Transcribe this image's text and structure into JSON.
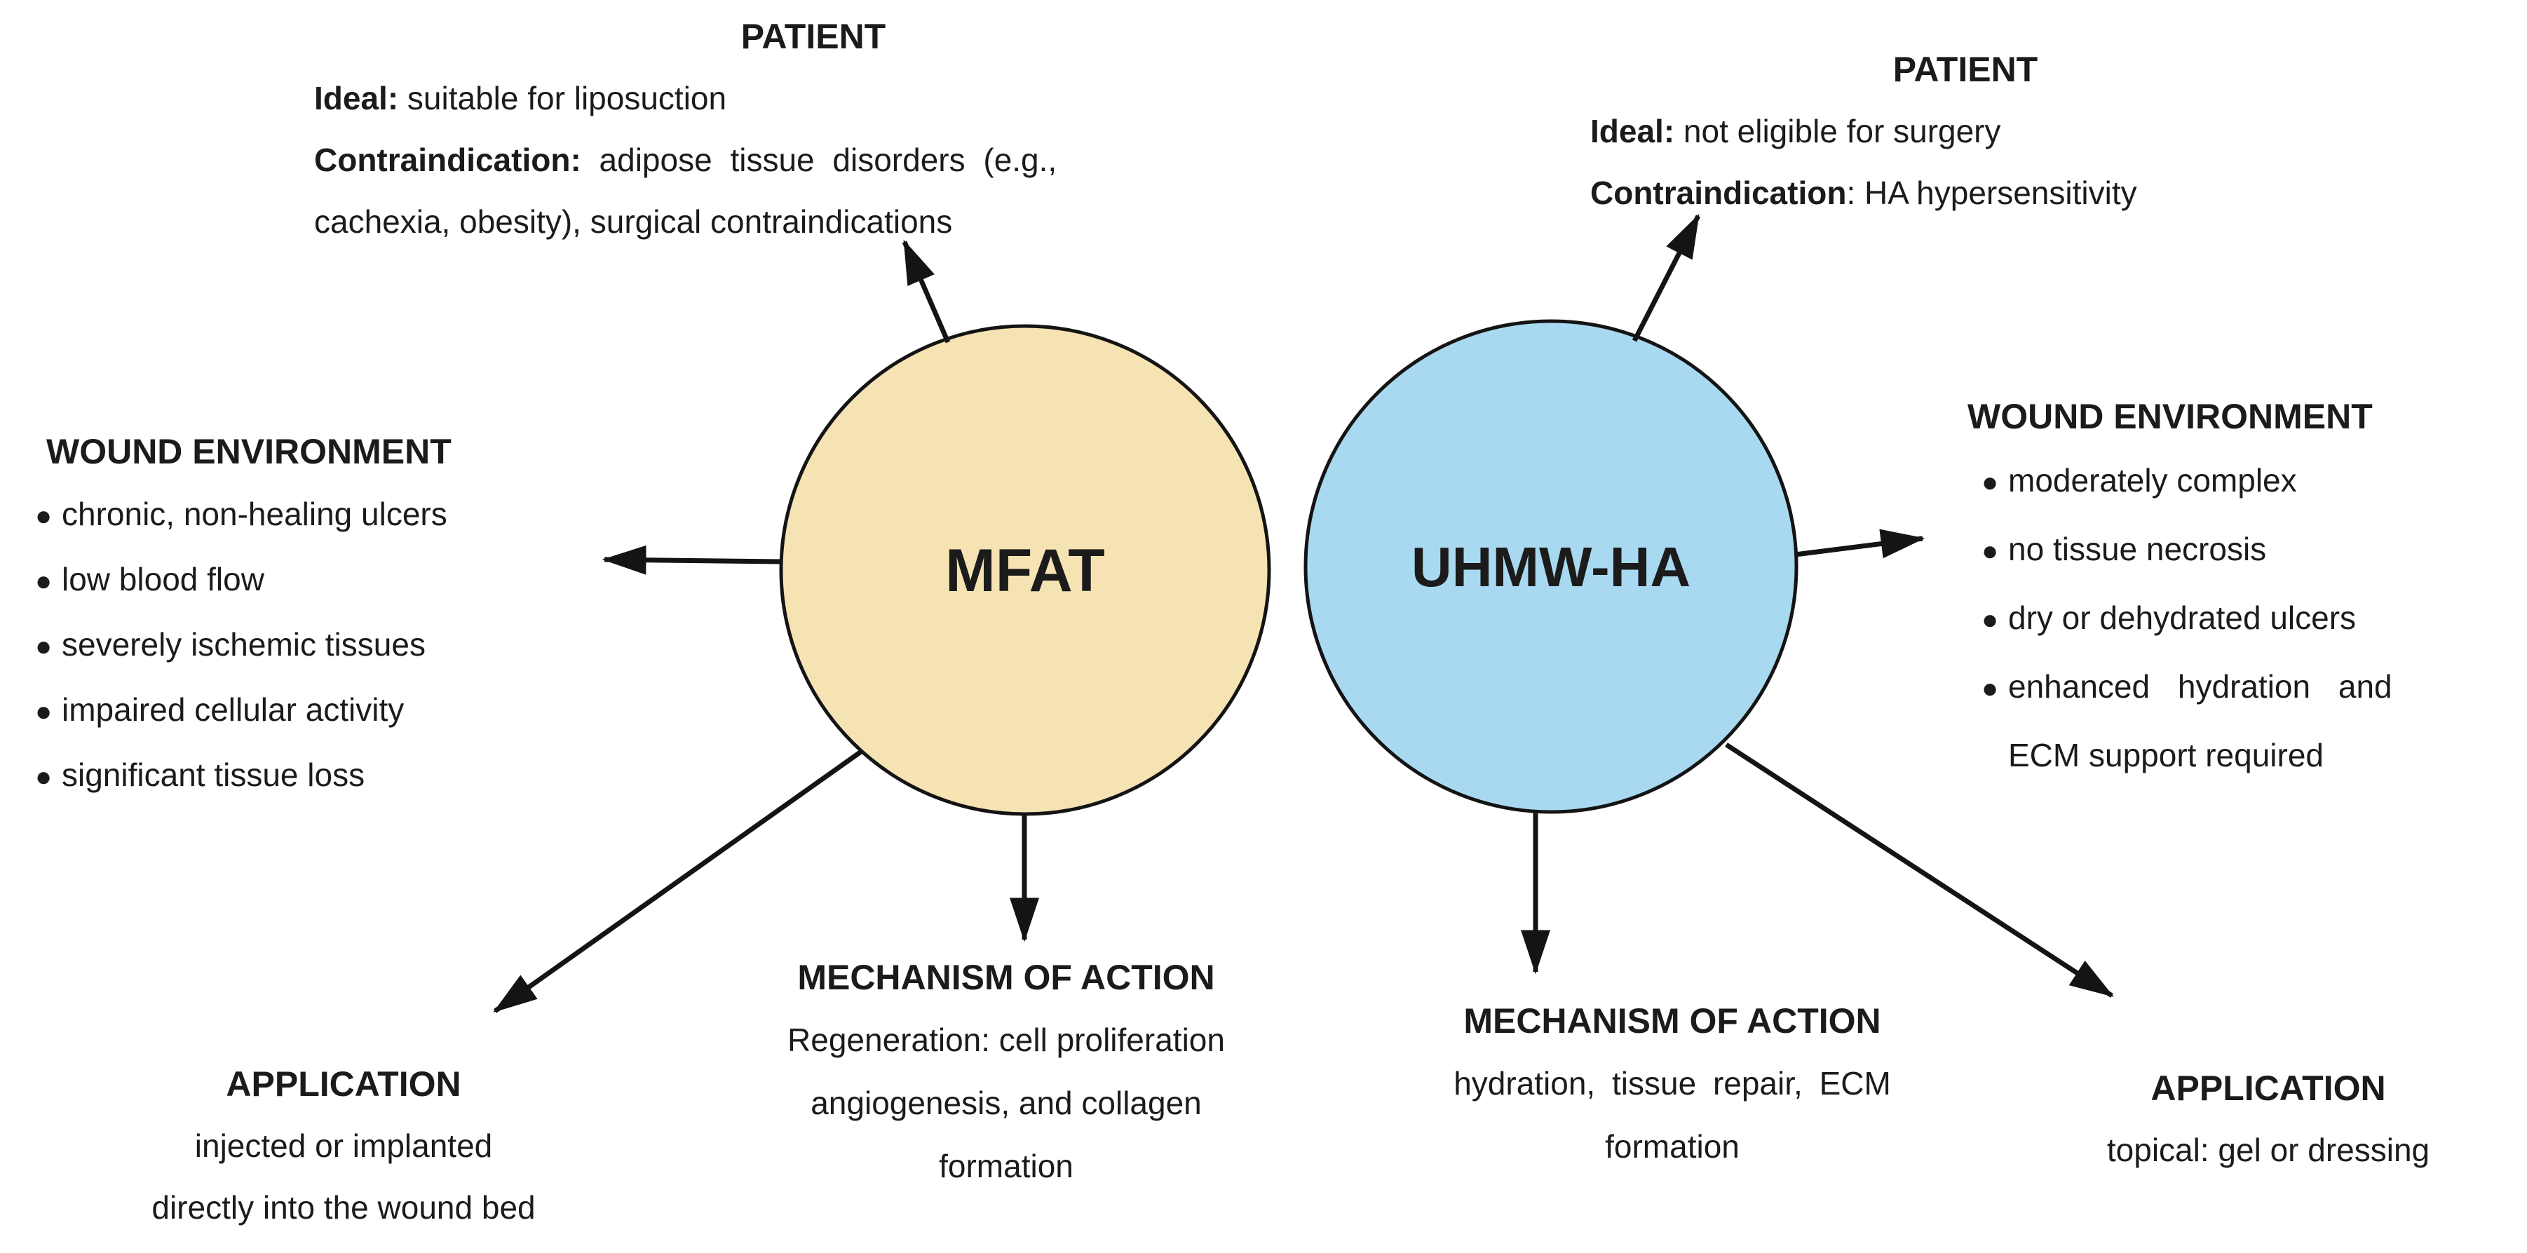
{
  "figure": {
    "background": "#ffffff",
    "nodes": [
      {
        "label": "MFAT",
        "fill": "#F6E3B4",
        "stroke": "#141414"
      },
      {
        "label": "UHMW-HA",
        "fill": "#A8D9F0",
        "stroke": "#141414"
      }
    ],
    "mfat": {
      "patient": {
        "title": "PATIENT",
        "ideal_label": "Ideal:",
        "ideal_text": " suitable for liposuction",
        "contra_label": "Contraindication:",
        "contra_text": " adipose tissue disorders (e.g.,",
        "contra_line2": "cachexia, obesity), surgical contraindications"
      },
      "wound_environment": {
        "title": "WOUND ENVIRONMENT",
        "bullets": [
          "chronic, non-healing ulcers",
          "low blood flow",
          "severely ischemic tissues",
          "impaired cellular activity",
          "significant tissue loss"
        ]
      },
      "mechanism_of_action": {
        "title": "MECHANISM OF ACTION",
        "lines": [
          "Regeneration: cell proliferation",
          "angiogenesis, and collagen",
          "formation"
        ]
      },
      "application": {
        "title": "APPLICATION",
        "lines": [
          "injected or implanted",
          "directly into the wound bed"
        ]
      }
    },
    "uhmw_ha": {
      "patient": {
        "title": "PATIENT",
        "ideal_label": "Ideal:",
        "ideal_text": " not eligible for surgery",
        "contra_label": "Contraindication",
        "contra_text": ": HA hypersensitivity"
      },
      "wound_environment": {
        "title": "WOUND ENVIRONMENT",
        "bullets": [
          "moderately complex",
          "no tissue necrosis",
          "dry or dehydrated ulcers",
          "enhanced hydration and"
        ],
        "bullet4_line2": "ECM support required"
      },
      "mechanism_of_action": {
        "title": "MECHANISM OF ACTION",
        "lines": [
          "hydration, tissue repair, ECM",
          "formation"
        ]
      },
      "application": {
        "title": "APPLICATION",
        "lines": [
          "topical: gel or dressing"
        ]
      }
    }
  }
}
